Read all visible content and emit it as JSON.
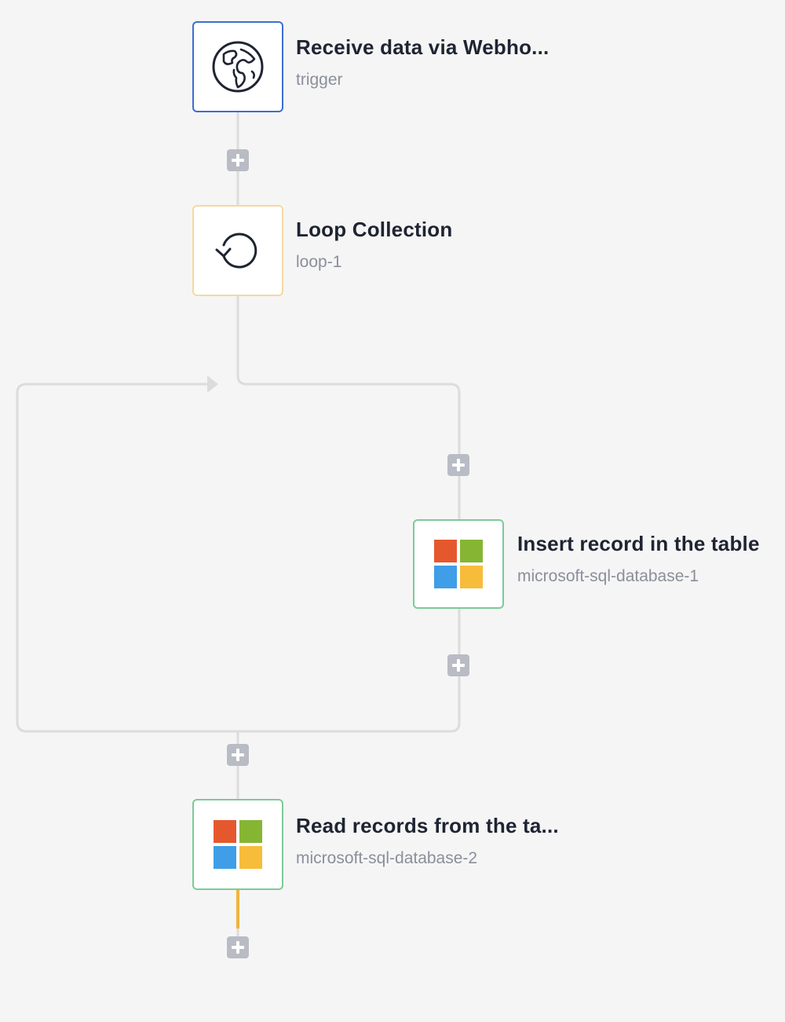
{
  "steps": [
    {
      "id": "trigger",
      "title": "Receive data via Webho...",
      "subtitle": "trigger",
      "icon": "globe-icon",
      "border_color": "#3b6fd4"
    },
    {
      "id": "loop",
      "title": "Loop Collection",
      "subtitle": "loop-1",
      "icon": "loop-icon",
      "border_color": "#f5d9a0"
    },
    {
      "id": "insert",
      "title": "Insert record in the table",
      "subtitle": "microsoft-sql-database-1",
      "icon": "microsoft-logo-icon",
      "border_color": "#7cca98"
    },
    {
      "id": "read",
      "title": "Read records from the ta...",
      "subtitle": "microsoft-sql-database-2",
      "icon": "microsoft-logo-icon",
      "border_color": "#7cca98"
    }
  ],
  "colors": {
    "connector": "#dcdcdc",
    "active_connector": "#f0b43c",
    "add_button": "#b9bcc4",
    "ms_red": "#e5582e",
    "ms_green": "#86b533",
    "ms_blue": "#3f9ee7",
    "ms_yellow": "#f7bc3a"
  }
}
